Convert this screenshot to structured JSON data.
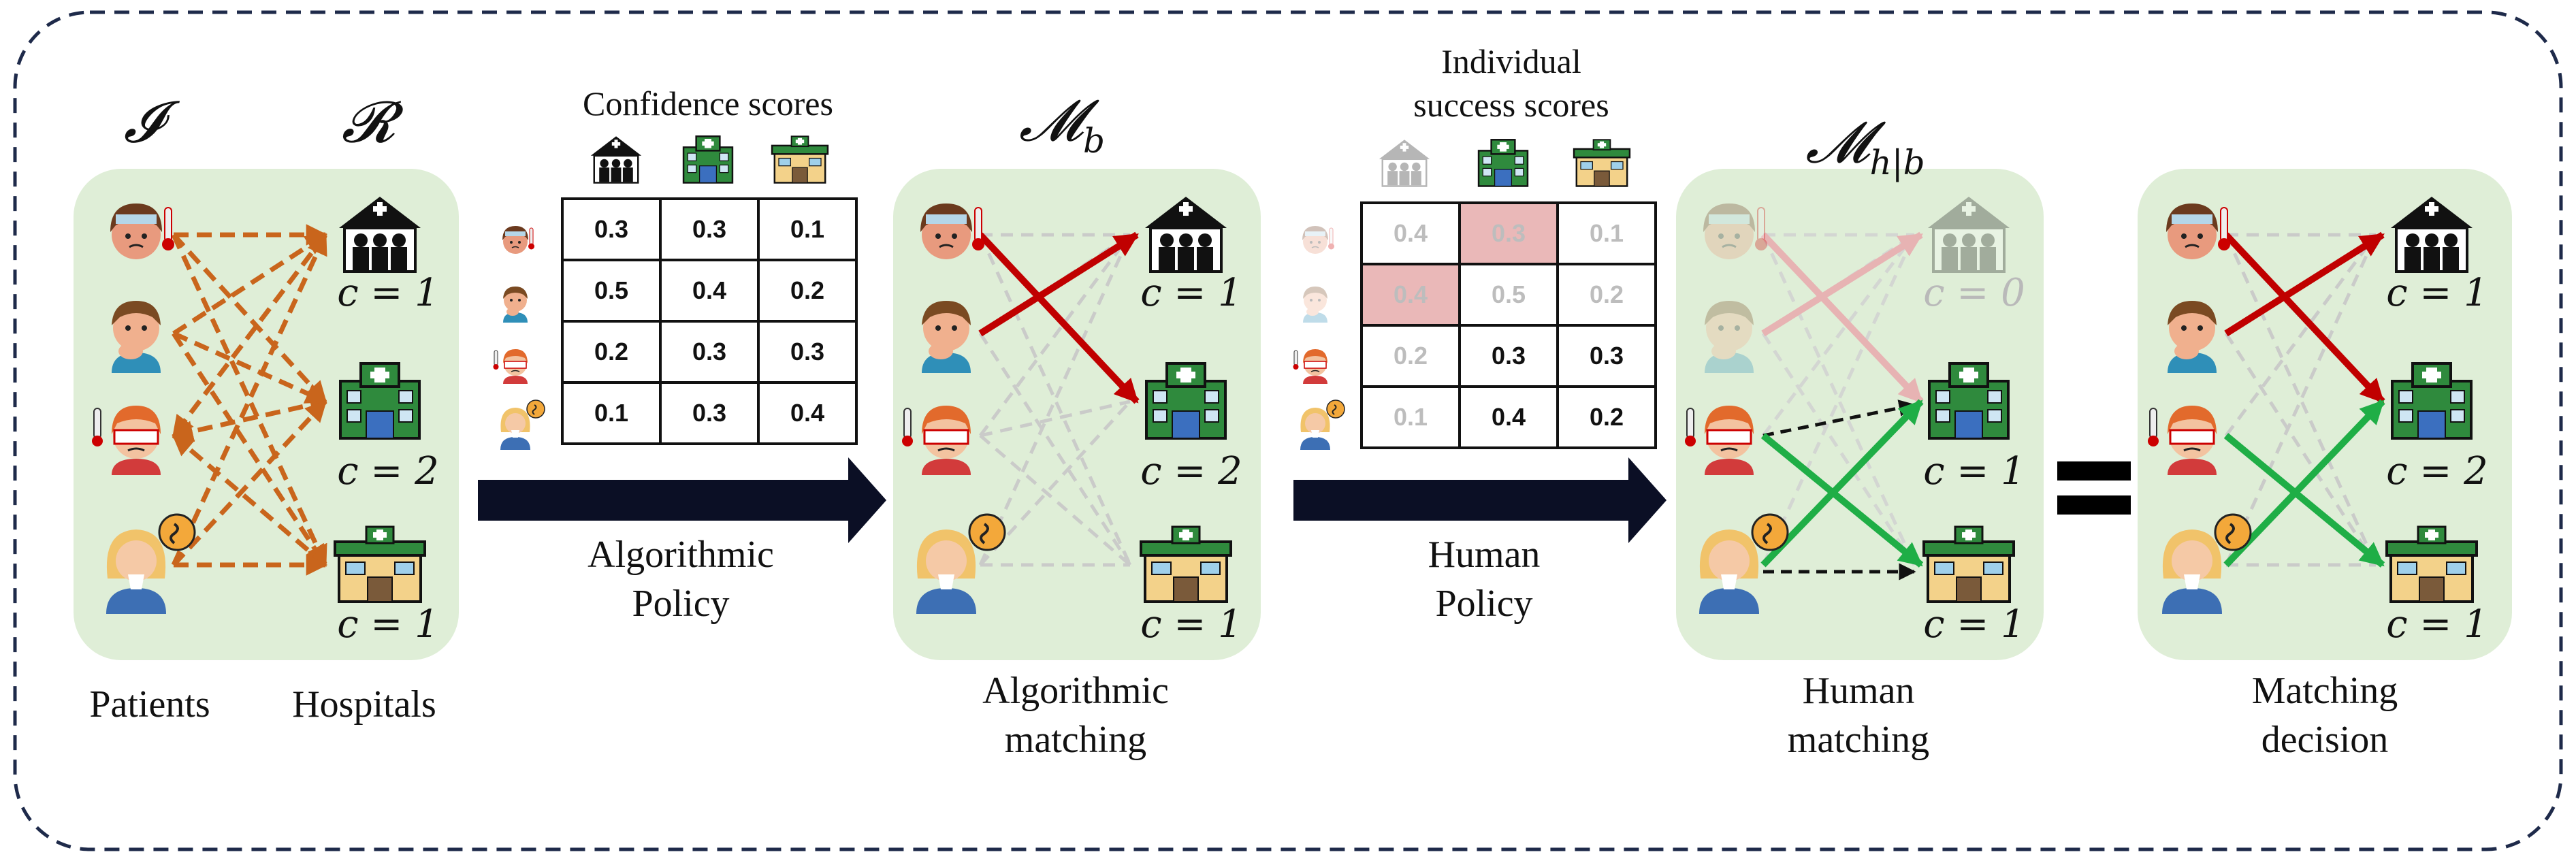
{
  "colors": {
    "panel": "#dfeed7",
    "dashed_border": "#1e2a4a",
    "orange_edge": "#c9651c",
    "red_edge": "#c00000",
    "green_edge": "#1fae46",
    "gray_edge": "#c8c8c8",
    "table_header": "#fbe3a1",
    "table_highlight": "#eab8b8",
    "black_arrow": "#0b0f25"
  },
  "symbols": {
    "patients_set": "𝓘",
    "resources_set": "𝓡",
    "algo_matching": "𝓜",
    "algo_sub": "b",
    "human_matching": "𝓜",
    "human_sub": "h|b"
  },
  "labels": {
    "patients": "Patients",
    "hospitals": "Hospitals",
    "confidence_scores": "Confidence scores",
    "individual_success_scores": "Individual\nsuccess scores",
    "algorithmic_policy": "Algorithmic\nPolicy",
    "human_policy": "Human\nPolicy",
    "algorithmic_matching": "Algorithmic\nmatching",
    "human_matching": "Human\nmatching",
    "matching_decision": "Matching\ndecision",
    "equals": "="
  },
  "capacities": {
    "p1": [
      "c = 1",
      "c = 2",
      "c = 1"
    ],
    "p2": [
      "c = 1",
      "c = 2",
      "c = 1"
    ],
    "p3": [
      "c = 0",
      "c = 1",
      "c = 1"
    ],
    "p4": [
      "c = 1",
      "c = 2",
      "c = 1"
    ]
  },
  "confidence_table": [
    [
      "0.3",
      "0.3",
      "0.1"
    ],
    [
      "0.5",
      "0.4",
      "0.2"
    ],
    [
      "0.2",
      "0.3",
      "0.3"
    ],
    [
      "0.1",
      "0.3",
      "0.4"
    ]
  ],
  "success_table": [
    [
      "0.4",
      "0.3",
      "0.1"
    ],
    [
      "0.4",
      "0.5",
      "0.2"
    ],
    [
      "0.2",
      "0.3",
      "0.3"
    ],
    [
      "0.1",
      "0.4",
      "0.2"
    ]
  ],
  "icons": {
    "patients": [
      "fever-patient-icon",
      "coughing-patient-icon",
      "thermometer-patient-icon",
      "crying-patient-icon"
    ],
    "hospitals": [
      "shelter-icon",
      "hospital-icon",
      "clinic-icon"
    ]
  }
}
